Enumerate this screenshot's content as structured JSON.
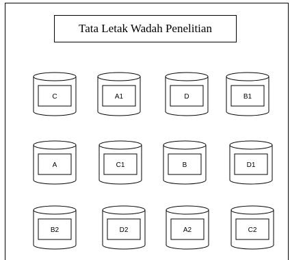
{
  "title": "Tata Letak Wadah Penelitian",
  "containers": [
    {
      "label": "C"
    },
    {
      "label": "A1"
    },
    {
      "label": "D"
    },
    {
      "label": "B1"
    },
    {
      "label": "A"
    },
    {
      "label": "C1"
    },
    {
      "label": "B"
    },
    {
      "label": "D1"
    },
    {
      "label": "B2"
    },
    {
      "label": "D2"
    },
    {
      "label": "A2"
    },
    {
      "label": "C2"
    }
  ]
}
